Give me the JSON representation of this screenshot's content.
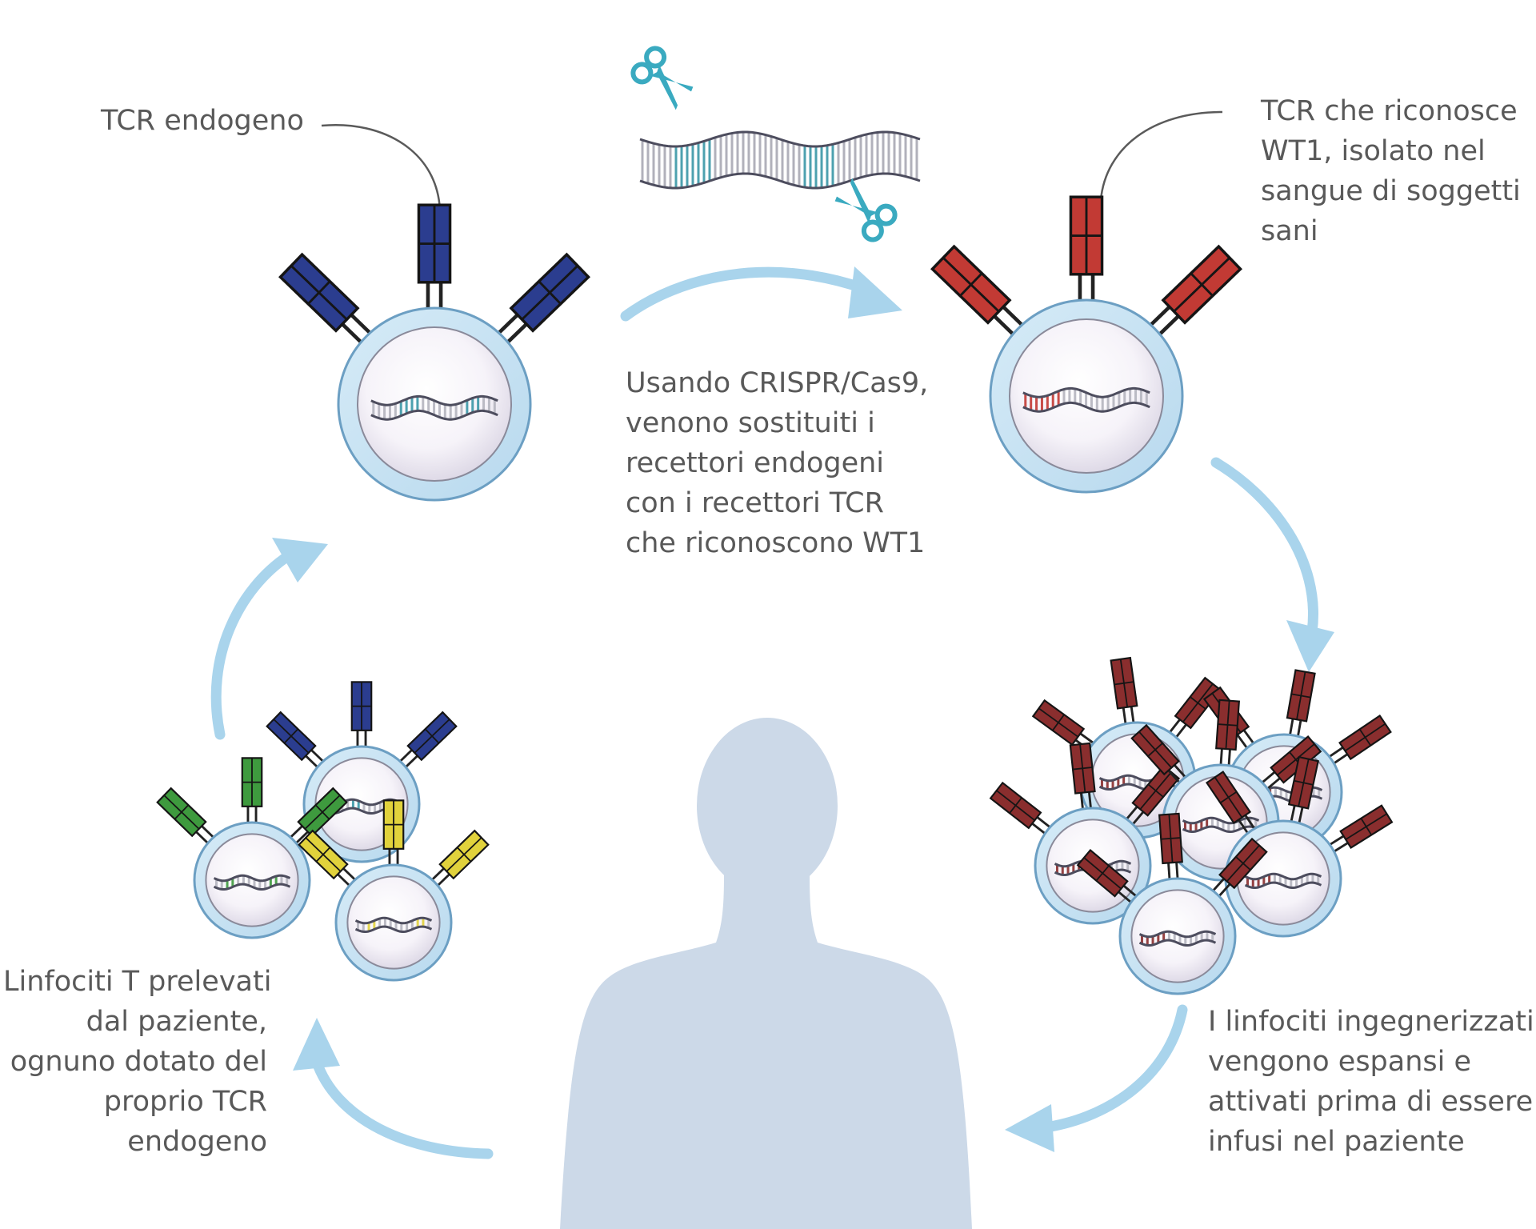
{
  "labels": {
    "endogenous_tcr": "TCR endogeno",
    "wt1_tcr": [
      "TCR che riconosce",
      "WT1, isolato nel",
      "sangue di soggetti",
      "sani"
    ],
    "crispr_step": [
      "Usando CRISPR/Cas9,",
      "venono sostituiti i",
      "recettori endogeni",
      "con i recettori TCR",
      "che riconoscono WT1"
    ],
    "patient_cells": [
      "Linfociti T prelevati",
      "dal paziente,",
      "ognuno dotato del",
      "proprio TCR",
      "endogeno"
    ],
    "engineered_cells": [
      "I linfociti ingegnerizzati",
      "vengono espansi e",
      "attivati prima di essere",
      "infusi nel paziente"
    ]
  },
  "colors": {
    "endogenous_receptor": "#2b3d8f",
    "wt1_receptor": "#c23a34",
    "expanded_receptor": "#8a2e2e",
    "green_receptor": "#3e9a3e",
    "yellow_receptor": "#e1d23c",
    "dna_teal": "#3a97a6",
    "cell_ring": "#c8e2f2",
    "cell_edge": "#6c9fc3",
    "arrow": "#a9d4ec",
    "silhouette": "#ccd9e8",
    "scissors": "#3aaac0",
    "text": "#595959"
  },
  "icons": [
    "scissors-icon",
    "dna-strand-icon",
    "human-silhouette-icon",
    "cycle-arrow-icon",
    "t-cell-icon",
    "tcr-receptor-icon"
  ]
}
